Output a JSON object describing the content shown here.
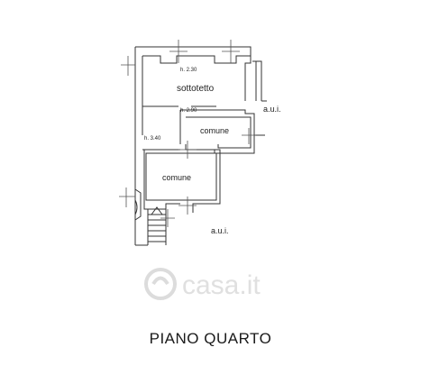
{
  "plan": {
    "rooms": {
      "sottotetto": "sottotetto",
      "comune_upper": "comune",
      "comune_lower": "comune"
    },
    "heights": {
      "h1": "h. 2.30",
      "h2": "h. 2.90",
      "h3": "h. 3.40"
    },
    "aui_right": "a.u.i.",
    "aui_bottom": "a.u.i."
  },
  "title": "PIANO QUARTO",
  "watermark": {
    "text": "casa.it",
    "color": "#d9d9d9"
  }
}
